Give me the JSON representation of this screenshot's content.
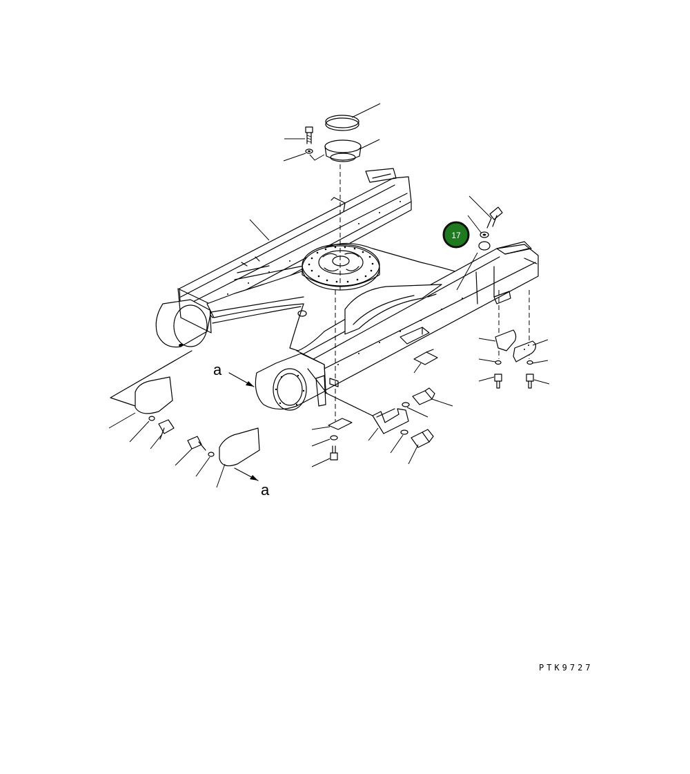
{
  "diagram": {
    "view_label_start": "a",
    "view_label_end": "a",
    "drawing_code": "PTK9727",
    "callouts": [
      {
        "label": "17",
        "color": "#1f7a1f"
      }
    ]
  }
}
